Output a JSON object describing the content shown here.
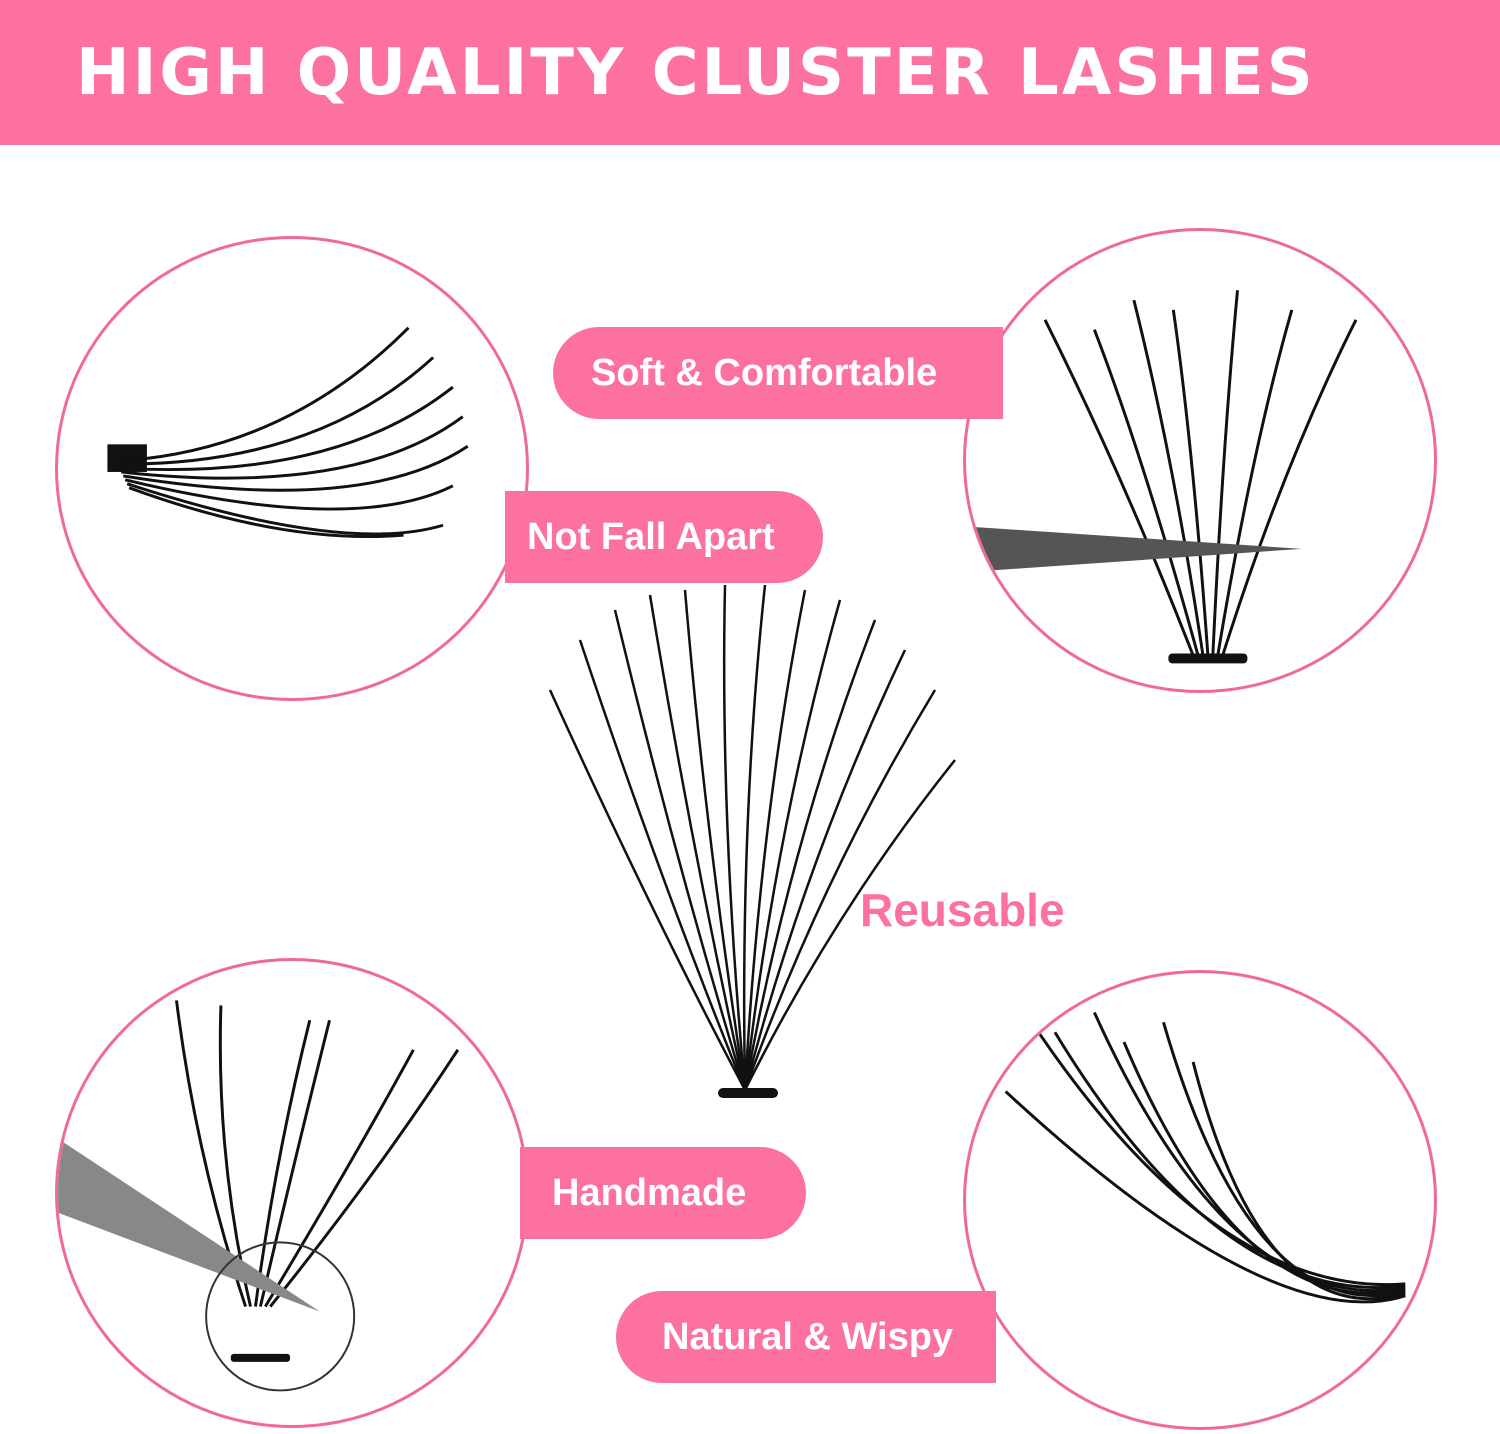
{
  "banner": {
    "title": "HIGH QUALITY CLUSTER LASHES",
    "background_color": "#fd719e",
    "text_color": "#ffffff"
  },
  "features": [
    {
      "label": "Soft & Comfortable"
    },
    {
      "label": "Not Fall Apart"
    },
    {
      "label": "Reusable"
    },
    {
      "label": "Handmade"
    },
    {
      "label": "Natural & Wispy"
    }
  ],
  "images": {
    "top_left": "lash-cluster-side-view",
    "top_right": "lash-cluster-held-by-tweezers",
    "center": "fanned-lash-cluster",
    "bottom_left": "tweezers-gripping-lash-base",
    "bottom_right": "wispy-lash-cluster-curve"
  },
  "colors": {
    "accent": "#fd719e",
    "circle_border": "#f06a96",
    "lash": "#111111"
  }
}
